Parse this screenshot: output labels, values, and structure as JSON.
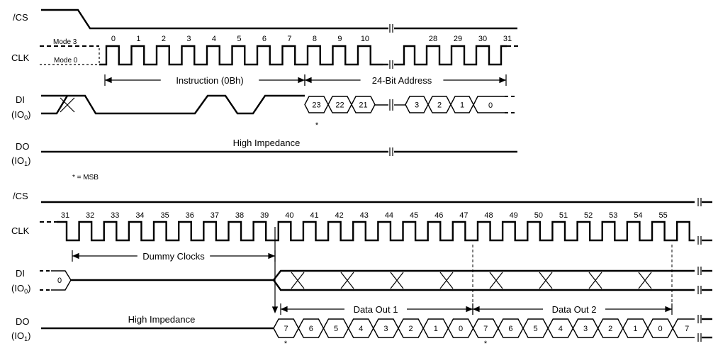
{
  "signals": {
    "cs": "/CS",
    "clk": "CLK",
    "di": "DI",
    "di_sub": "(IO",
    "di_idx": "0",
    "do": "DO",
    "do_sub": "(IO",
    "do_idx": "1",
    "close": ")"
  },
  "modes": {
    "mode3": "Mode 3",
    "mode0": "Mode 0"
  },
  "top": {
    "clock_numbers_left": [
      "0",
      "1",
      "2",
      "3",
      "4",
      "5",
      "6",
      "7",
      "8",
      "9",
      "10"
    ],
    "clock_numbers_right": [
      "28",
      "29",
      "30",
      "31"
    ],
    "instruction_label": "Instruction (0Bh)",
    "address_label": "24-Bit Address",
    "address_bits_left": [
      "23",
      "22",
      "21"
    ],
    "address_bits_right": [
      "3",
      "2",
      "1",
      "0"
    ],
    "high_impedance": "High Impedance",
    "msb_marker": "*",
    "msb_note": "* = MSB"
  },
  "bottom": {
    "clock_numbers": [
      "31",
      "32",
      "33",
      "34",
      "35",
      "36",
      "37",
      "38",
      "39",
      "40",
      "41",
      "42",
      "43",
      "44",
      "45",
      "46",
      "47",
      "48",
      "49",
      "50",
      "51",
      "52",
      "53",
      "54",
      "55"
    ],
    "dummy_label": "Dummy Clocks",
    "di_bit": "0",
    "high_impedance": "High Impedance",
    "data_out_1": "Data Out 1",
    "data_out_2": "Data Out 2",
    "data_bits": [
      "7",
      "6",
      "5",
      "4",
      "3",
      "2",
      "1",
      "0",
      "7",
      "6",
      "5",
      "4",
      "3",
      "2",
      "1",
      "0",
      "7"
    ],
    "msb_marker": "*"
  }
}
